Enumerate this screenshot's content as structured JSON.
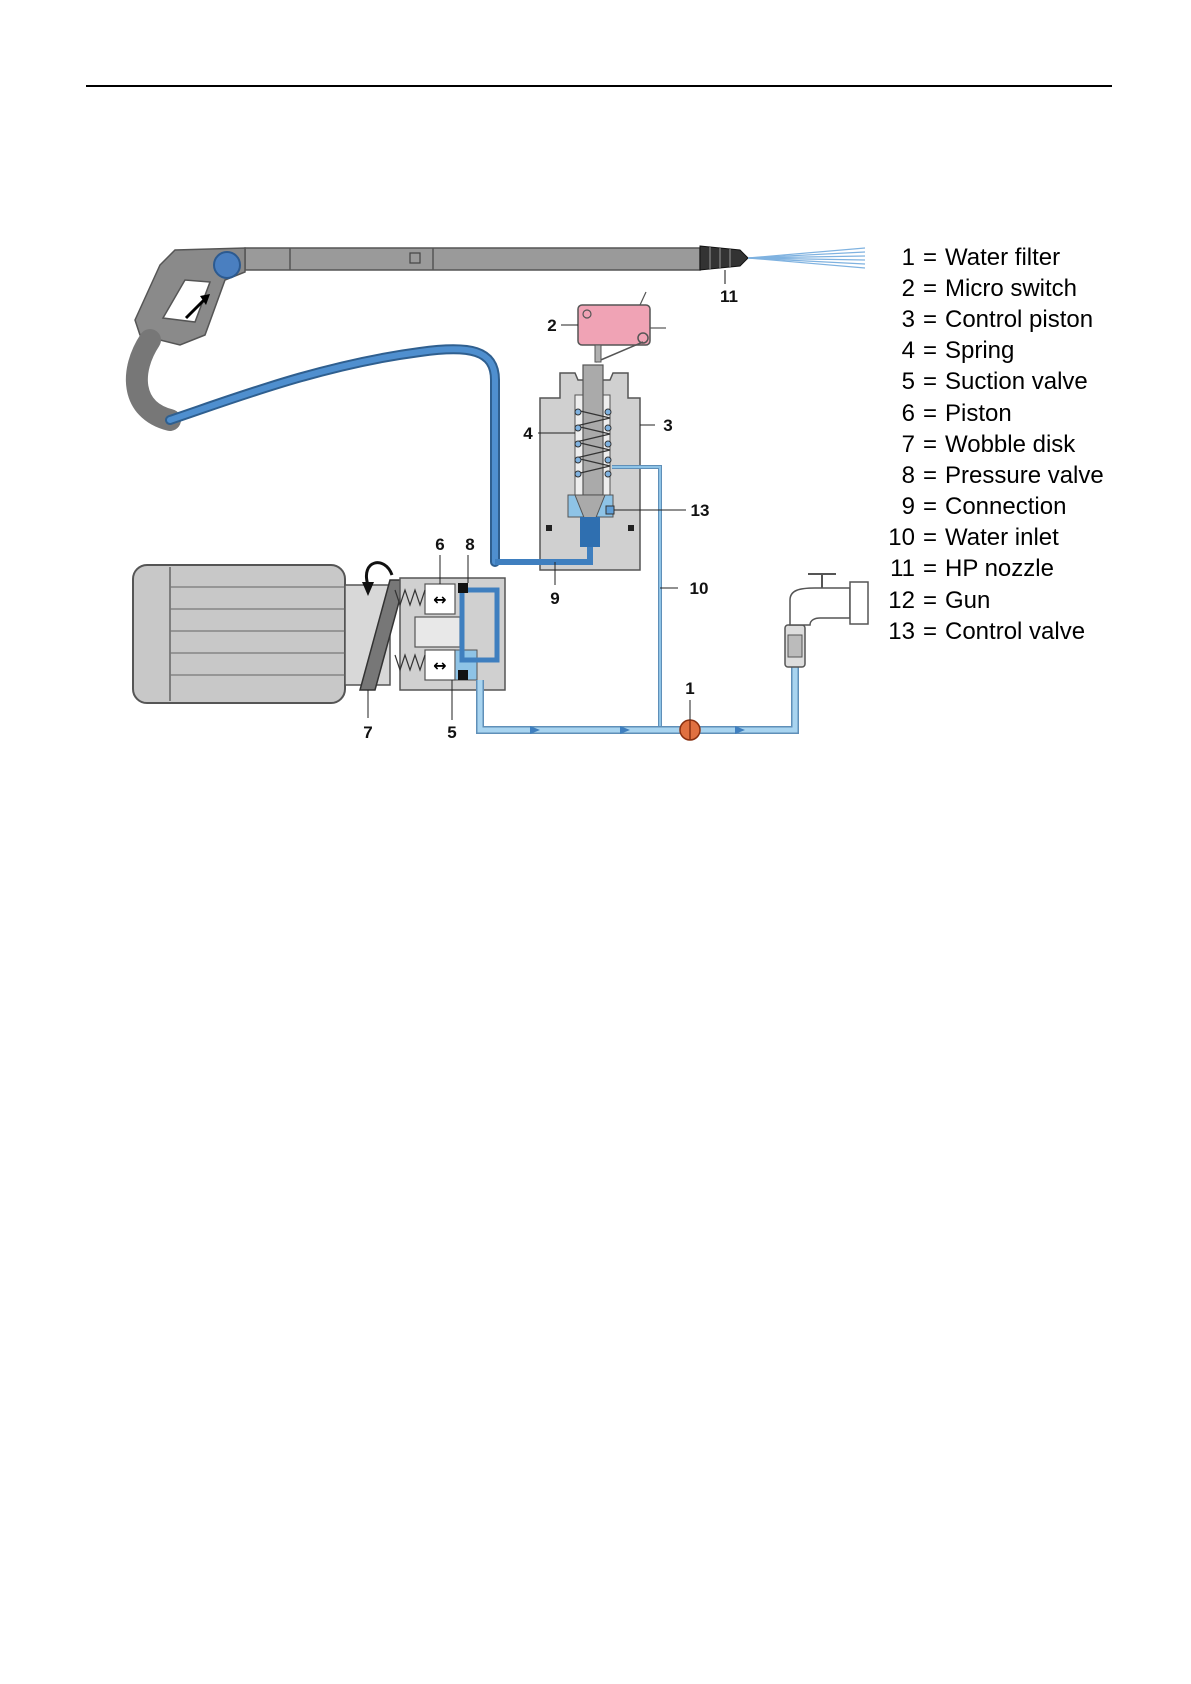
{
  "legend": [
    {
      "num": "1",
      "label": "Water filter"
    },
    {
      "num": "2",
      "label": "Micro switch"
    },
    {
      "num": "3",
      "label": "Control piston"
    },
    {
      "num": "4",
      "label": "Spring"
    },
    {
      "num": "5",
      "label": "Suction valve"
    },
    {
      "num": "6",
      "label": "Piston"
    },
    {
      "num": "7",
      "label": "Wobble disk"
    },
    {
      "num": "8",
      "label": "Pressure valve"
    },
    {
      "num": "9",
      "label": "Connection"
    },
    {
      "num": "10",
      "label": "Water inlet"
    },
    {
      "num": "11",
      "label": "HP nozzle"
    },
    {
      "num": "12",
      "label": "Gun"
    },
    {
      "num": "13",
      "label": "Control valve"
    }
  ],
  "callouts": {
    "c1": "1",
    "c2": "2",
    "c3": "3",
    "c4": "4",
    "c5": "5",
    "c6": "6",
    "c7": "7",
    "c8": "8",
    "c9": "9",
    "c10": "10",
    "c11": "11",
    "c13": "13"
  },
  "colors": {
    "hp_water": "#3f7fbf",
    "lp_water": "#8ec3e6",
    "metal": "#c8c8c8",
    "gun": "#8a8a8a",
    "switch": "#f0a3b5",
    "filter": "#e07040"
  }
}
